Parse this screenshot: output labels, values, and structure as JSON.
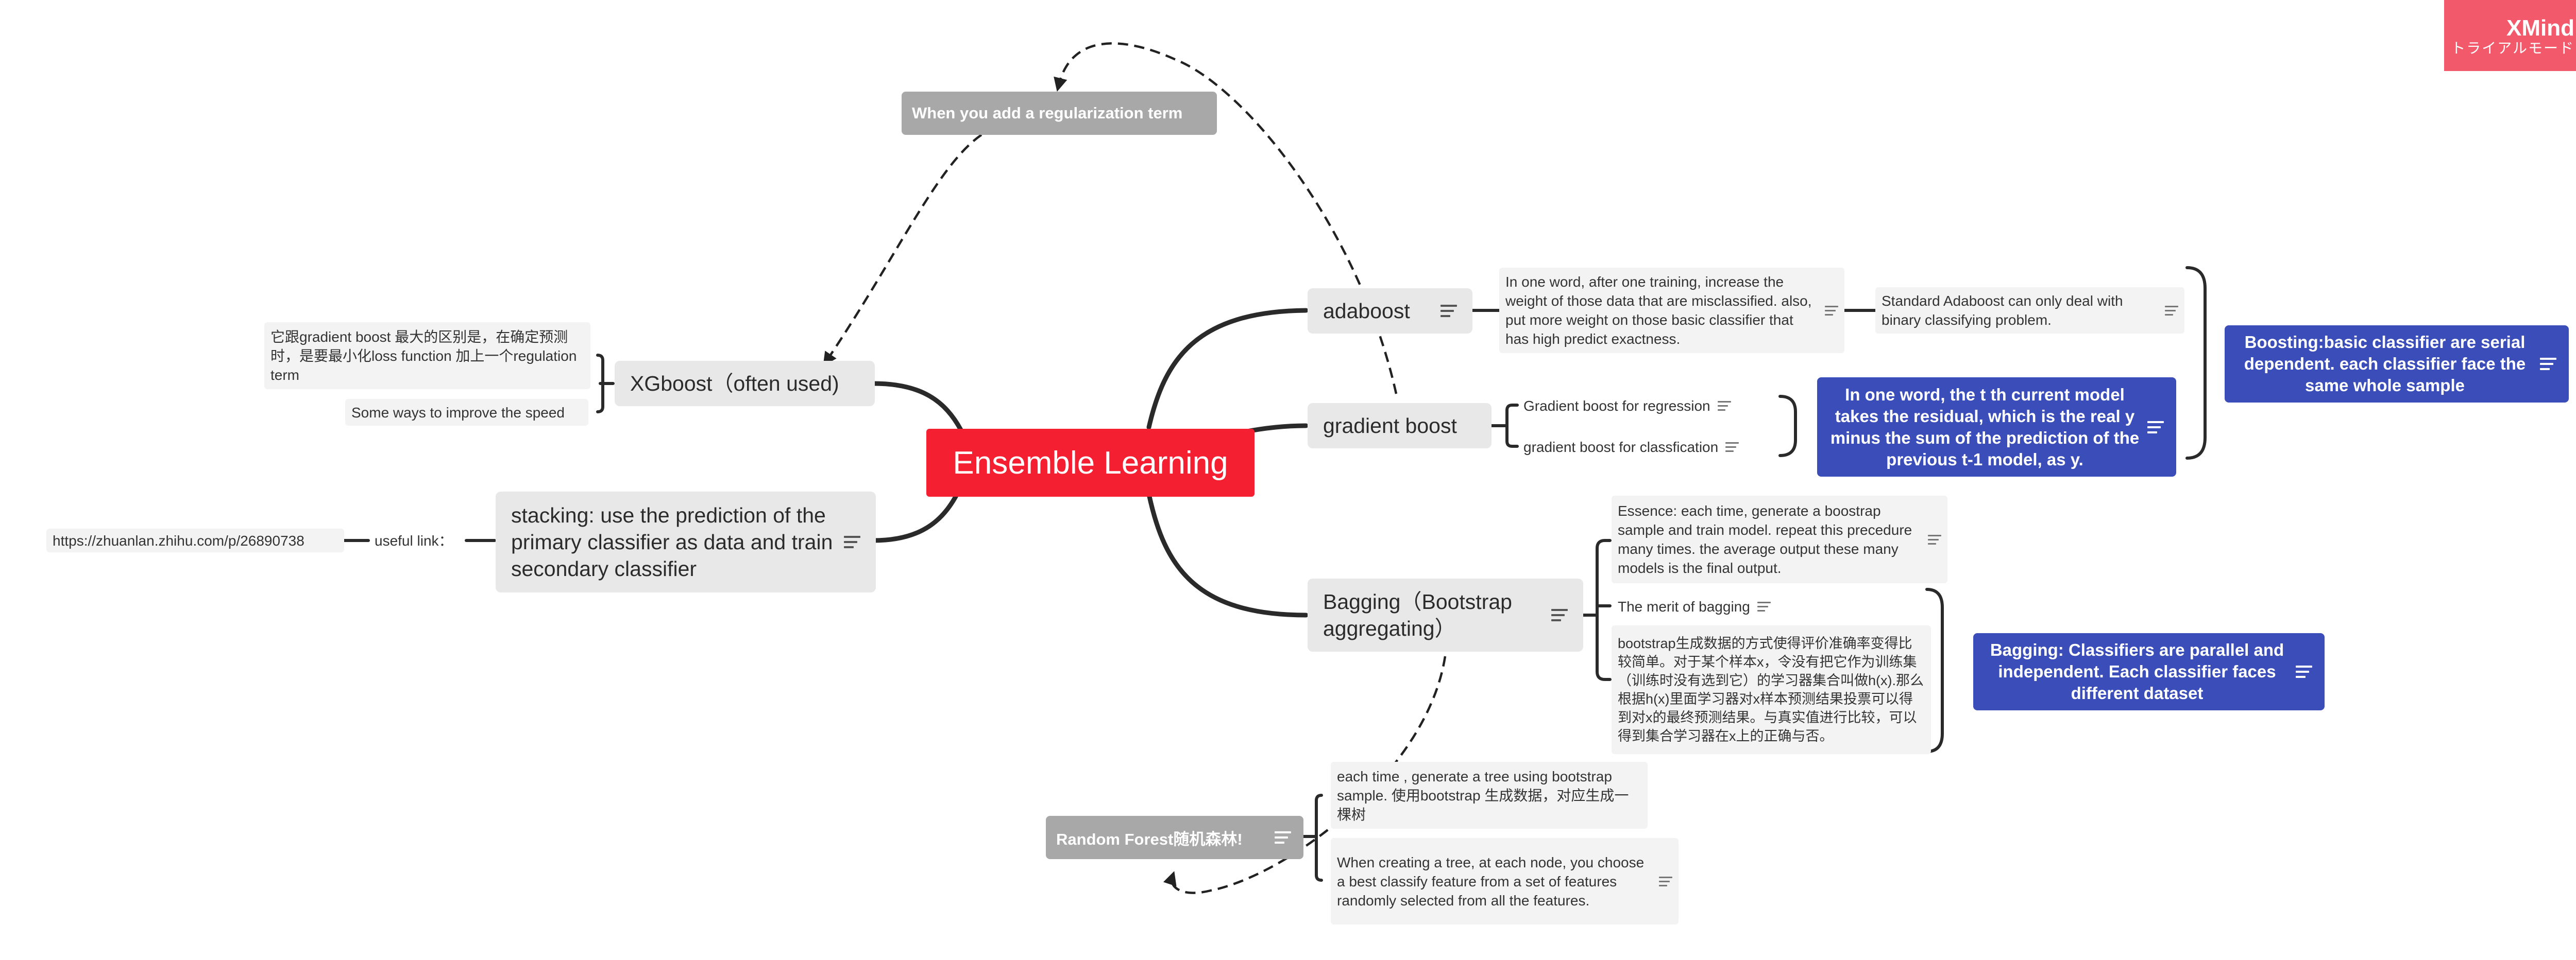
{
  "watermark": {
    "brand": "XMind",
    "subtitle": "トライアルモード"
  },
  "root": {
    "label": "Ensemble Learning"
  },
  "right": {
    "adaboost": {
      "label": "adaboost",
      "detail": "In one word, after one training, increase the weight of those data that are misclassified. also, put more weight on those basic classifier that has high predict exactness.",
      "sub": "Standard Adaboost can only deal with binary classifying problem."
    },
    "gradient_boost": {
      "label": "gradient boost",
      "children": [
        "Gradient boost for regression",
        "gradient boost for classfication"
      ],
      "summary": "In one word, the t th current model takes the residual, which is the real y minus the sum of the prediction of the previous t-1 model, as y."
    },
    "boosting_summary": "Boosting:basic classifier are serial dependent. each classifier face the same whole sample",
    "bagging": {
      "label": "Bagging（Bootstrap aggregating）",
      "children": [
        "Essence: each time,  generate a boostrap sample and train model. repeat this precedure many times. the average output these many models is the final output.",
        "The merit of bagging",
        "bootstrap生成数据的方式使得评价准确率变得比较简单。对于某个样本x，令没有把它作为训练集（训练时没有选到它）的学习器集合叫做h(x).那么根据h(x)里面学习器对x样本预测结果投票可以得到对x的最终预测结果。与真实值进行比较，可以得到集合学习器在x上的正确与否。"
      ],
      "summary": "Bagging: Classifiers are parallel and independent. Each classifier faces different dataset"
    }
  },
  "left": {
    "xgboost": {
      "label": "XGboost（often used)",
      "children": [
        "它跟gradient boost 最大的区别是，在确定预测时，是要最小化loss function 加上一个regulation term",
        "Some ways to improve the speed"
      ]
    },
    "stacking": {
      "label": "stacking: use the prediction of the primary classifier as data and train secondary classifier",
      "useful_link_label": "useful link：",
      "url": "https://zhuanlan.zhihu.com/p/26890738"
    }
  },
  "floating": {
    "regularization": "When you add a regularization term",
    "random_forest": {
      "label": "Random Forest随机森林!",
      "children": [
        "each time , generate a tree using bootstrap sample. 使用bootstrap 生成数据，对应生成一棵树",
        "When creating a tree, at each node, you choose  a best classify feature from a set of features randomly selected from all the features."
      ]
    }
  }
}
